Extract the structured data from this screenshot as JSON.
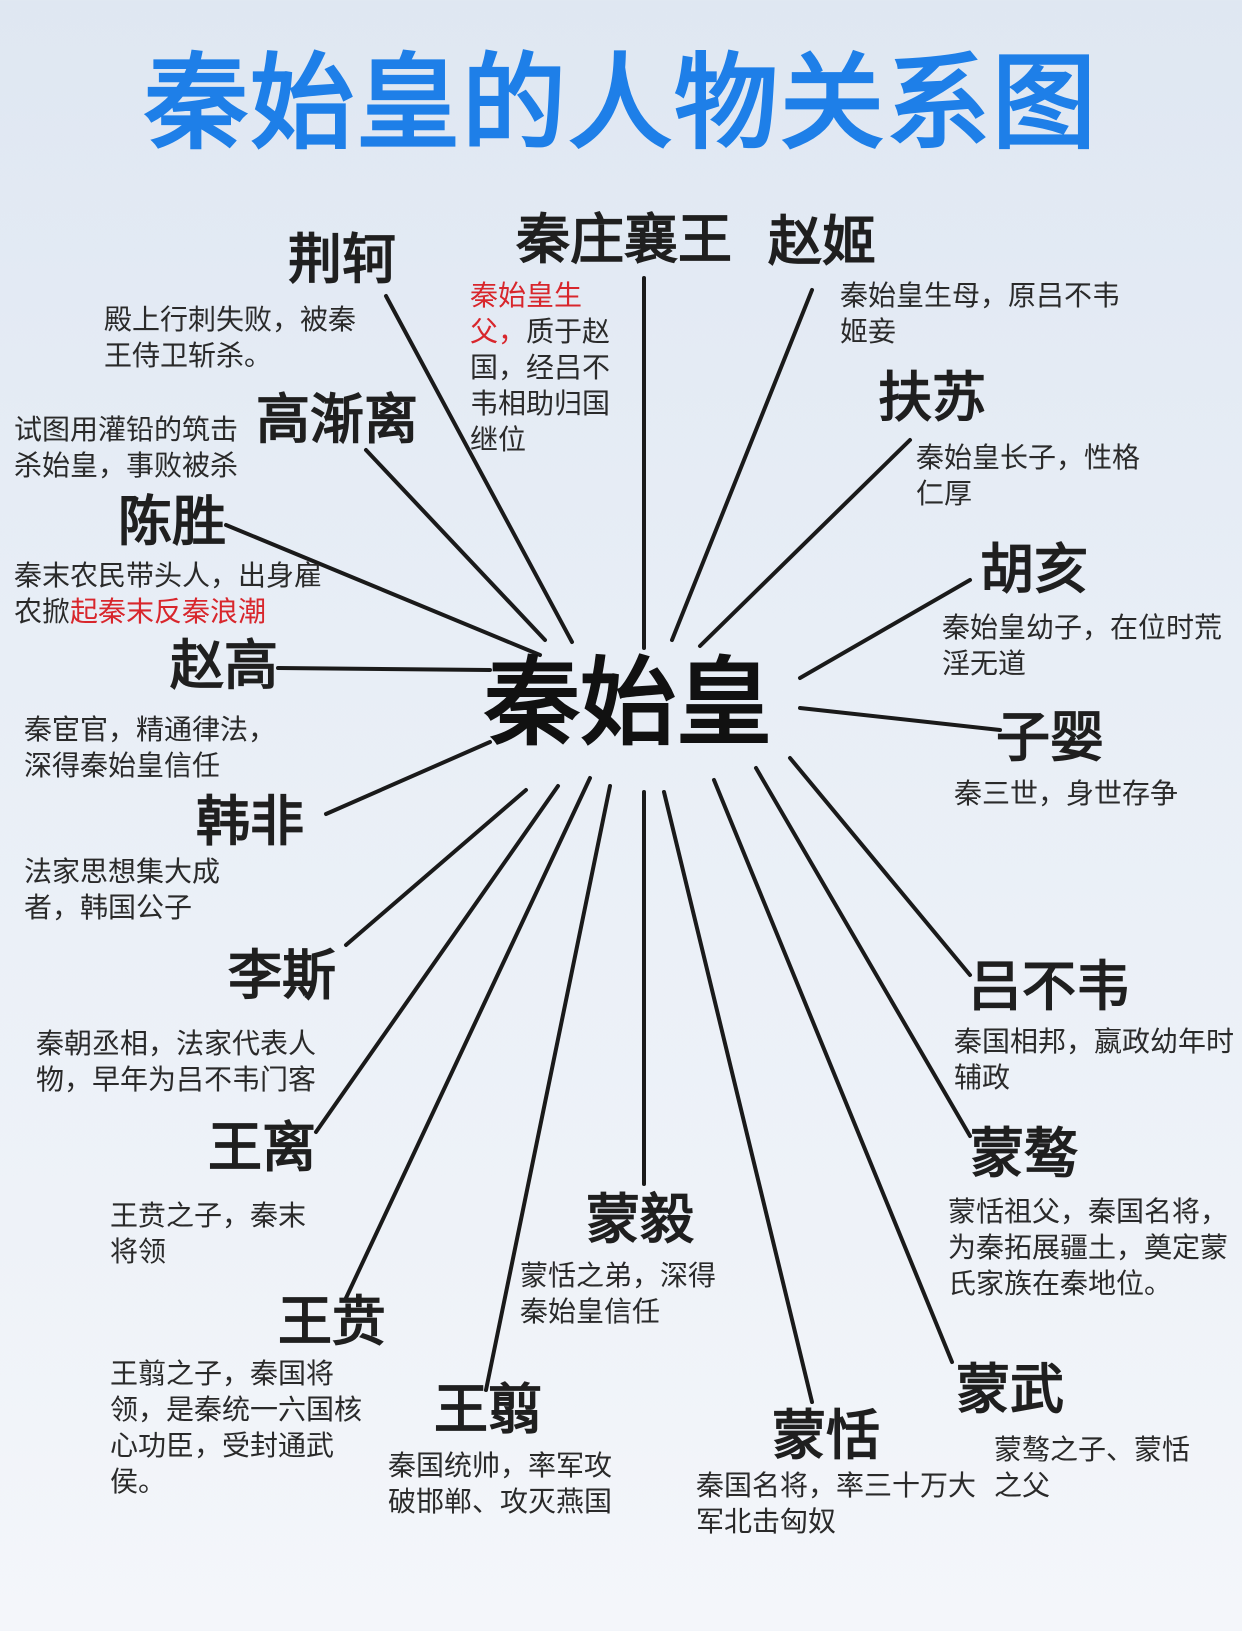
{
  "title": "秦始皇的人物关系图",
  "center": "秦始皇",
  "colors": {
    "title": "#1e7fe8",
    "highlight": "#d8262c",
    "line": "#1a1a1a"
  },
  "people": {
    "jingke": {
      "name": "荆轲",
      "desc": "殿上行刺失败，被秦王侍卫斩杀。"
    },
    "zhuangxiang": {
      "name": "秦庄襄王",
      "desc_red": "秦始皇生父，",
      "desc": "质于赵国，经吕不韦相助归国继位"
    },
    "zhaoji": {
      "name": "赵姬",
      "desc": "秦始皇生母，原吕不韦姬妾"
    },
    "gaojianli": {
      "name": "高渐离",
      "desc": "试图用灌铅的筑击杀始皇，事败被杀"
    },
    "fusu": {
      "name": "扶苏",
      "desc": "秦始皇长子，性格仁厚"
    },
    "chensheng": {
      "name": "陈胜",
      "desc": "秦末农民带头人，出身雇农掀",
      "desc_red": "起秦末反秦浪潮"
    },
    "huhai": {
      "name": "胡亥",
      "desc": "秦始皇幼子，在位时荒淫无道"
    },
    "zhaogao": {
      "name": "赵高",
      "desc": "秦宦官，精通律法，深得秦始皇信任"
    },
    "ziying": {
      "name": "子婴",
      "desc": "秦三世，身世存争"
    },
    "hanfei": {
      "name": "韩非",
      "desc": "法家思想集大成者，韩国公子"
    },
    "lisi": {
      "name": "李斯",
      "desc": "秦朝丞相，法家代表人物，早年为吕不韦门客"
    },
    "lvbuwei": {
      "name": "吕不韦",
      "desc": "秦国相邦，嬴政幼年时辅政"
    },
    "wangli": {
      "name": "王离",
      "desc": "王贲之子，秦末将领"
    },
    "mengao": {
      "name": "蒙骜",
      "desc": "蒙恬祖父，秦国名将，为秦拓展疆土，奠定蒙氏家族在秦地位。"
    },
    "mengyi": {
      "name": "蒙毅",
      "desc": "蒙恬之弟，深得秦始皇信任"
    },
    "wangben": {
      "name": "王贲",
      "desc": "王翦之子，秦国将领，是秦统一六国核心功臣，受封通武侯。"
    },
    "mengwu": {
      "name": "蒙武",
      "desc": "蒙骜之子、蒙恬之父"
    },
    "wangjian": {
      "name": "王翦",
      "desc": "秦国统帅，率军攻破邯郸、攻灭燕国"
    },
    "mengtian": {
      "name": "蒙恬",
      "desc": "秦国名将，率三十万大军北击匈奴"
    }
  }
}
